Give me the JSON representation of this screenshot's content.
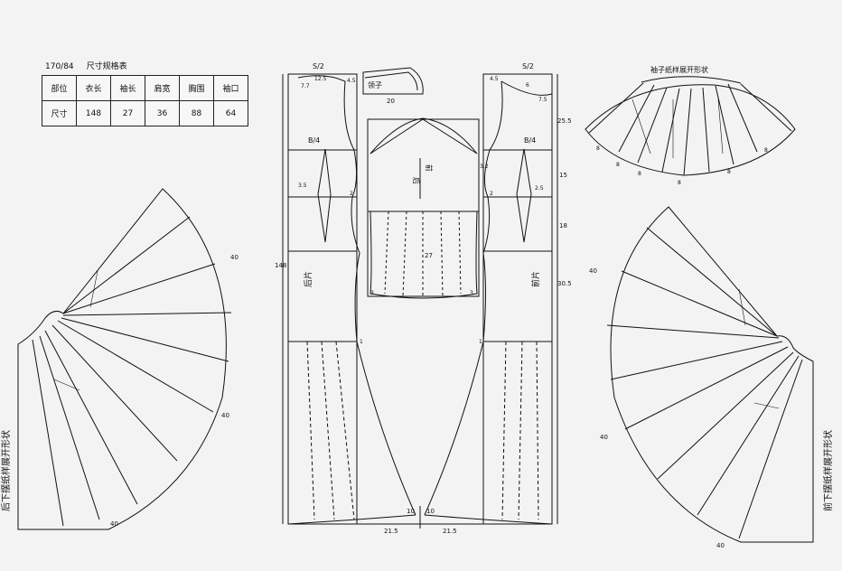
{
  "spec_table": {
    "caption_size": "170/84",
    "caption_title": "尺寸规格表",
    "headers": [
      "部位",
      "衣长",
      "袖长",
      "肩宽",
      "胸围",
      "袖口"
    ],
    "values": [
      "尺寸",
      "148",
      "27",
      "36",
      "88",
      "64"
    ]
  },
  "labels": {
    "sleeve_title": "袖子纸样展开形状",
    "back_title": "后下摆纸样展开形状",
    "front_title": "前下摆纸样展开形状",
    "collar": "领子",
    "back_piece": "后片",
    "front_piece": "前片",
    "sleeve_front": "前",
    "sleeve_back": "后",
    "s2_left": "S/2",
    "s2_right": "S/2",
    "b4_left": "B/4",
    "b4_right": "B/4",
    "length_148": "148",
    "seam_25_5": "25.5",
    "seam_15": "15",
    "seam_18": "18",
    "seam_30_5": "30.5",
    "sleeve_27": "27",
    "collar_20": "20",
    "hem_21_5_left": "21.5",
    "hem_21_5_right": "21.5",
    "hem_10_left": "10",
    "hem_10_right": "10",
    "v_7_7": "7.7",
    "v_12_5": "12.5",
    "v_4_5_left": "4.5",
    "v_4_5_right": "4.5",
    "v_6": "6",
    "v_7_5": "7.5",
    "v_3_5": "3.5",
    "v_2_5": "2.5",
    "v_3_2": "3.2",
    "v_2_left": "2",
    "v_2_right": "2",
    "v_3_left": "3",
    "v_3_right": "3",
    "v_1_left": "1",
    "v_1_right": "1",
    "sleeve_8_a": "8",
    "sleeve_8_b": "8",
    "sleeve_8_c": "8",
    "sleeve_8_d": "8",
    "sleeve_8_e": "8",
    "sleeve_8_f": "8",
    "back_40_a": "40",
    "back_40_b": "40",
    "back_40_c": "40",
    "front_40_a": "40",
    "front_40_b": "40",
    "front_40_c": "40"
  }
}
